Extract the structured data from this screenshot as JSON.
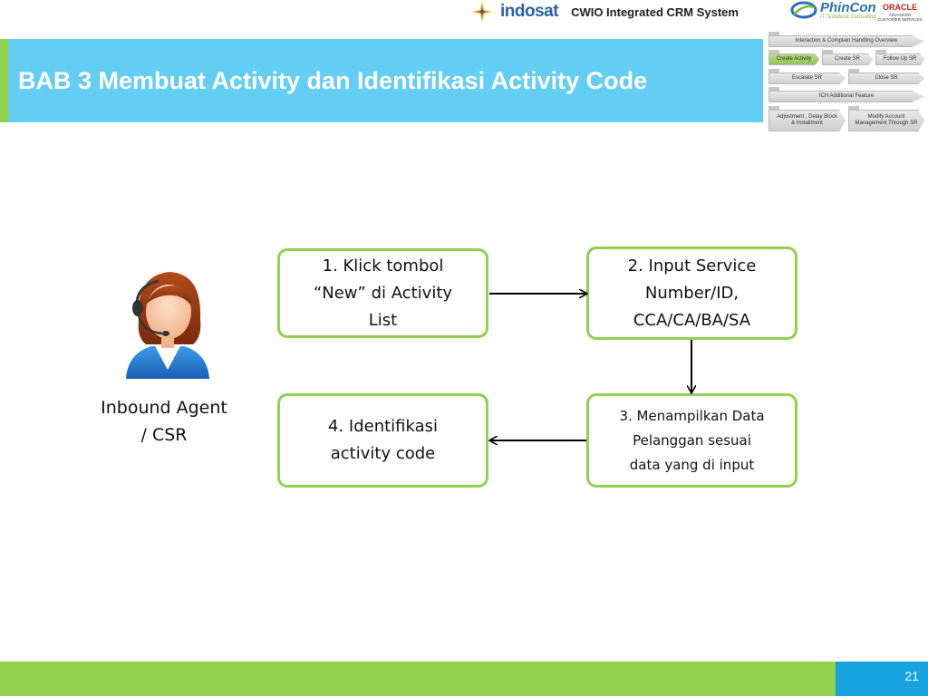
{
  "header": {
    "brand_indosat": "indosat",
    "system_title": "CWIO Integrated CRM System",
    "brand_phincon": "PhinCon",
    "brand_phincon_sub": "IT Solutions Consulting",
    "brand_oracle": "ORACLE",
    "brand_oracle_sub": "ADVANCED CUSTOMER SERVICES"
  },
  "slide": {
    "title": "BAB 3 Membuat Activity dan Identifikasi Activity Code",
    "page_number": "21"
  },
  "process_nav": {
    "overview": "Interaction & Complain Handling Overview",
    "create_activity": "Create Activity",
    "create_sr": "Create SR",
    "follow_up_sr": "Follow Up SR",
    "escalate_sr": "Escalate SR",
    "close_sr": "Close SR",
    "ich_additional": "ICH Additional Feature",
    "adjustment_line1": "Adjustment , Delay Block",
    "adjustment_line2": "& Installment",
    "modify_line1": "Modify Account",
    "modify_line2": "Management Through SR",
    "active_item": "Create Activity"
  },
  "actor": {
    "label_line1": "Inbound Agent",
    "label_line2": "/ CSR",
    "icon": "headset-agent-icon"
  },
  "steps": [
    {
      "lines": [
        "1. Klick tombol",
        "“New” di Activity",
        "List"
      ]
    },
    {
      "lines": [
        "2. Input Service",
        "Number/ID,",
        "CCA/CA/BA/SA"
      ]
    },
    {
      "lines": [
        "3. Menampilkan Data",
        "Pelanggan sesuai",
        "data yang di input"
      ]
    },
    {
      "lines": [
        "4. Identifikasi",
        "activity code"
      ]
    }
  ],
  "colors": {
    "title_bar": "#63cdf3",
    "accent_green": "#92d050",
    "page_number_bg": "#16a3df",
    "box_border": "#92d050"
  }
}
